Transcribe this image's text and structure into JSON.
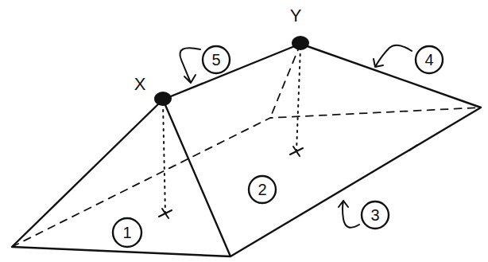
{
  "diagram": {
    "labels": [
      "X",
      "5",
      "Y",
      "4",
      "2",
      "1",
      "3"
    ]
  }
}
